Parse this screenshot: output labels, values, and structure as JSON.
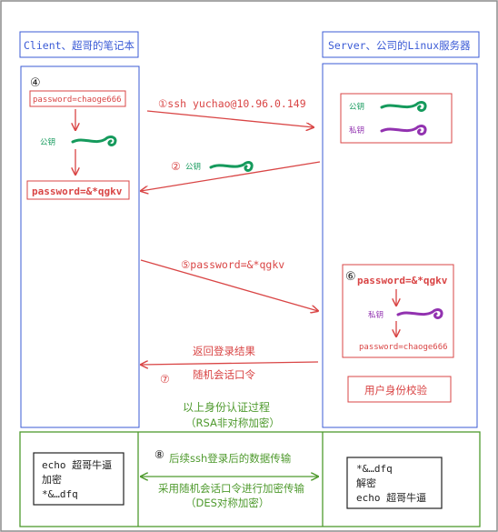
{
  "client": {
    "title": "Client、超哥的笔记本",
    "step4": "④",
    "pwd_plain": "password=chaoge666",
    "pubkey_label": "公钥",
    "pwd_enc": "password=&*qgkv"
  },
  "server": {
    "title": "Server、公司的Linux服务器",
    "pubkey_label": "公钥",
    "privkey_label": "私钥",
    "step6": "⑥",
    "pwd_enc": "password=&*qgkv",
    "privkey_label2": "私钥",
    "pwd_plain": "password=chaoge666",
    "verify_label": "用户身份校验"
  },
  "arrows": {
    "step1": "①ssh yuchao@10.96.0.149",
    "step2_num": "②",
    "step2_label": "公钥",
    "step5": "⑤password=&*qgkv",
    "return_result": "返回登录结果",
    "step7_num": "⑦",
    "step7_label": "随机会话口令"
  },
  "auth_summary": {
    "line1": "以上身份认证过程",
    "line2": "（RSA非对称加密）"
  },
  "transfer": {
    "step8_num": "⑧",
    "step8_label": "后续ssh登录后的数据传输",
    "line2": "采用随机会话口令进行加密传输",
    "line3": "（DES对称加密）"
  },
  "client_box": {
    "line1": "echo 超哥牛逼",
    "line2": "加密",
    "line3": "*&…dfq"
  },
  "server_box": {
    "line1": "*&…dfq",
    "line2": "解密",
    "line3": "echo 超哥牛逼"
  },
  "colors": {
    "frame": "#8c8c8c",
    "blue": "#3b5bd6",
    "red": "#d94545",
    "green": "#4f9a2e",
    "key_green": "#159a5c",
    "key_purple": "#9232b0"
  }
}
